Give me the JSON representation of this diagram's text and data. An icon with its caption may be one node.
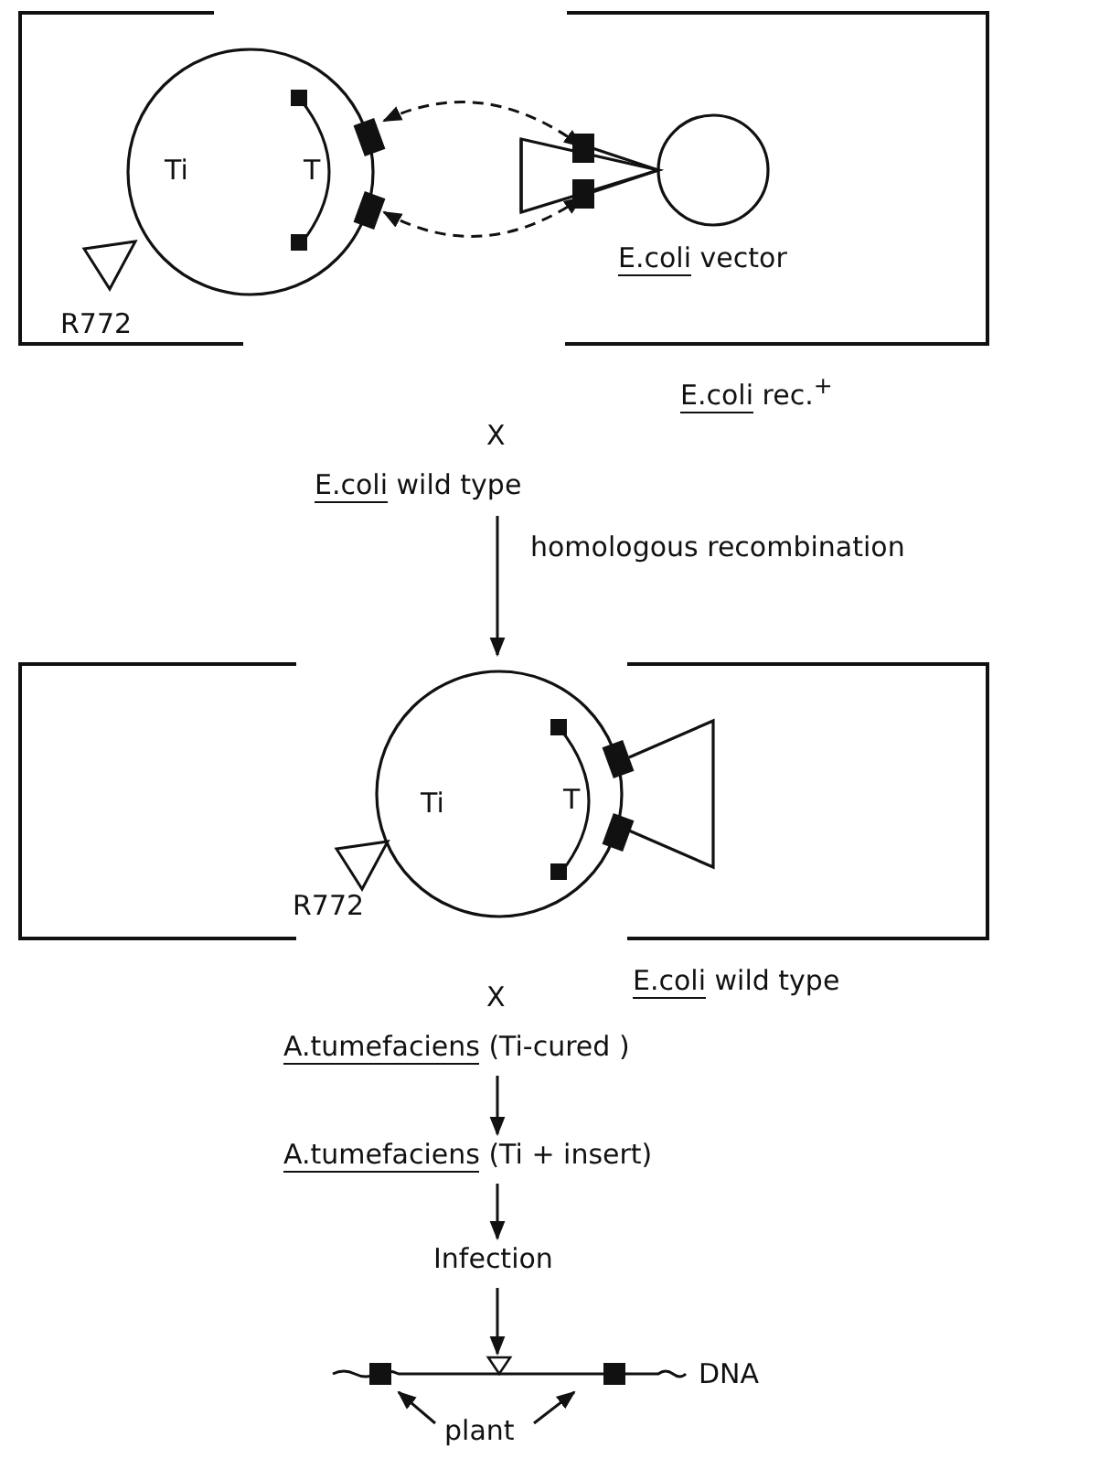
{
  "diagram": {
    "nodes": [
      {
        "text": [],
        "shape": "box",
        "beside": [
          "E.coli rec.$^{+}$"
        ]
      },
      {
        "text": [
          "Ti"
        ],
        "in": 0
      },
      {
        "text": [
          "T"
        ],
        "in": 1
      },
      {
        "text": [],
        "shape": "triangle",
        "in": 0,
        "beside": [
          "R772"
        ]
      },
      {
        "text": [],
        "shape": "circle",
        "in": 0,
        "beside": [
          "E.coli vector"
        ]
      },
      {
        "text": [
          "E.coli wild type"
        ]
      },
      {
        "text": [],
        "shape": "box",
        "beside": [
          "E.coli wild type"
        ]
      },
      {
        "text": [
          "Ti"
        ],
        "in": 6
      },
      {
        "text": [
          "T"
        ],
        "in": 7
      },
      {
        "text": [],
        "shape": "triangle",
        "in": 6,
        "beside": [
          "R772"
        ]
      },
      {
        "text": [
          "A.tumefaciens (Ti-cured )"
        ]
      },
      {
        "text": [
          "A.tumefaciens (Ti + insert)"
        ]
      },
      {
        "text": [
          "Infection"
        ]
      },
      {
        "text": [],
        "shape": "bar",
        "beside": [
          "DNA"
        ]
      },
      {
        "text": [
          "plant"
        ]
      }
    ],
    "edges": [
      {
        "from": 1,
        "to": 4,
        "arrow": "both",
        "style": "dashed"
      },
      {
        "from": 1,
        "to": 4,
        "arrow": "both",
        "style": "dashed"
      },
      {
        "from": 5,
        "to": 6,
        "arrow": "to",
        "label": "homologous recombination"
      },
      {
        "from": 10,
        "to": 11,
        "arrow": "to"
      },
      {
        "from": 11,
        "to": 12,
        "arrow": "to"
      },
      {
        "from": 12,
        "to": 13,
        "arrow": "to"
      },
      {
        "from": 14,
        "to": 13,
        "arrow": "to"
      },
      {
        "from": 14,
        "to": 13,
        "arrow": "to"
      }
    ],
    "labels": [
      "X",
      "X"
    ]
  }
}
